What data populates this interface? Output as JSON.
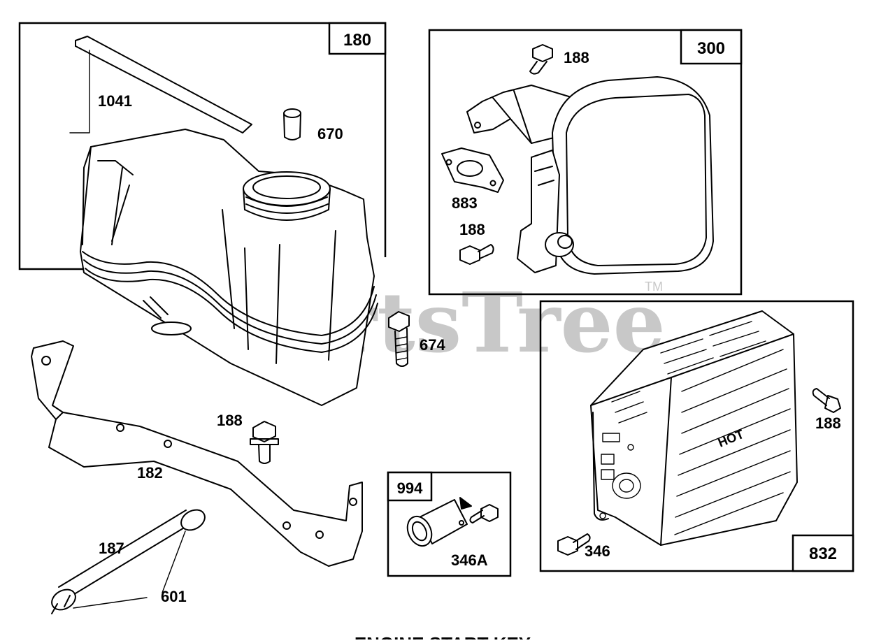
{
  "watermark": {
    "text": "PartsTree",
    "trademark": "TM"
  },
  "groups": [
    {
      "id": "180",
      "label": "180"
    },
    {
      "id": "300",
      "label": "300"
    },
    {
      "id": "994",
      "label": "994"
    },
    {
      "id": "832",
      "label": "832"
    }
  ],
  "callouts": {
    "p1041": "1041",
    "p670": "670",
    "p674": "674",
    "p188_bracket": "188",
    "p182": "182",
    "p187": "187",
    "p601": "601",
    "p188_muffler_top": "188",
    "p883": "883",
    "p188_muffler_bottom": "188",
    "p346A": "346A",
    "p188_guard": "188",
    "p346": "346"
  },
  "footer_caption": "ENGINE START KEY"
}
